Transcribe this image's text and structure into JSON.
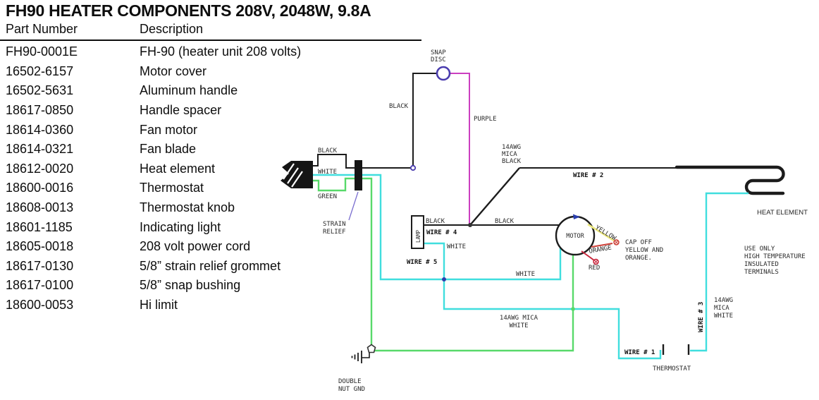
{
  "title": "FH90 HEATER COMPONENTS 208V, 2048W, 9.8A",
  "parts_table": {
    "headers": [
      "Part Number",
      "Description"
    ],
    "rows": [
      [
        "FH90-0001E",
        "FH-90 (heater unit 208 volts)"
      ],
      [
        "16502-6157",
        "Motor cover"
      ],
      [
        "16502-5631",
        "Aluminum handle"
      ],
      [
        "18617-0850",
        "Handle spacer"
      ],
      [
        "18614-0360",
        "Fan motor"
      ],
      [
        "18614-0321",
        "Fan blade"
      ],
      [
        "18612-0020",
        "Heat element"
      ],
      [
        "18600-0016",
        "Thermostat"
      ],
      [
        "18608-0013",
        "Thermostat knob"
      ],
      [
        "18601-1185",
        "Indicating light"
      ],
      [
        "18605-0018",
        "208 volt power cord"
      ],
      [
        "18617-0130",
        "5/8” strain relief grommet"
      ],
      [
        "18617-0100",
        "5/8” snap bushing"
      ],
      [
        "18600-0053",
        "Hi limit"
      ]
    ]
  },
  "diagram": {
    "components": {
      "snap_disc": [
        "SNAP",
        "DISC"
      ],
      "lamp": "LAMP",
      "motor": "MOTOR",
      "heat_element": "HEAT ELEMENT",
      "thermostat": "THERMOSTAT",
      "strain_relief": [
        "STRAIN",
        "RELIEF"
      ],
      "double_nut_gnd": [
        "DOUBLE",
        "NUT GND"
      ]
    },
    "wire_labels": {
      "black_snap": "BLACK",
      "purple": "PURPLE",
      "awg_black": [
        "14AWG",
        "MICA",
        "BLACK"
      ],
      "wire_2": "WIRE # 2",
      "cord_black": "BLACK",
      "cord_white": "WHITE",
      "cord_green": "GREEN",
      "lamp_black": "BLACK",
      "wire_4": "WIRE # 4",
      "lamp_white": "WHITE",
      "wire_5": "WIRE # 5",
      "motor_black": "BLACK",
      "motor_white": "WHITE",
      "awg_white_bottom": [
        "14AWG MICA",
        "WHITE"
      ],
      "yellow": "YELLOW",
      "orange": "ORANGE",
      "red": "RED",
      "wire_1": "WIRE # 1",
      "wire_3": "WIRE # 3",
      "awg_white_right": [
        "14AWG",
        "MICA",
        "WHITE"
      ]
    },
    "notes": {
      "cap_off": [
        "CAP OFF",
        "YELLOW AND",
        "ORANGE."
      ],
      "use_only": [
        "USE ONLY",
        "HIGH TEMPERATURE",
        "INSULATED",
        "TERMINALS"
      ]
    },
    "colors": {
      "black": "#1c1c1c",
      "white_wire": "#40dede",
      "green_wire": "#58d96a",
      "purple_wire": "#cb3fc0",
      "yellow_wire": "#ece87e",
      "red_wire": "#c8263c",
      "orange_wire": "#cd4038",
      "snap_disc_ring": "#4a3cae",
      "junction_blue": "#2b3faf",
      "pointer_violet": "#7b6fd0"
    }
  }
}
